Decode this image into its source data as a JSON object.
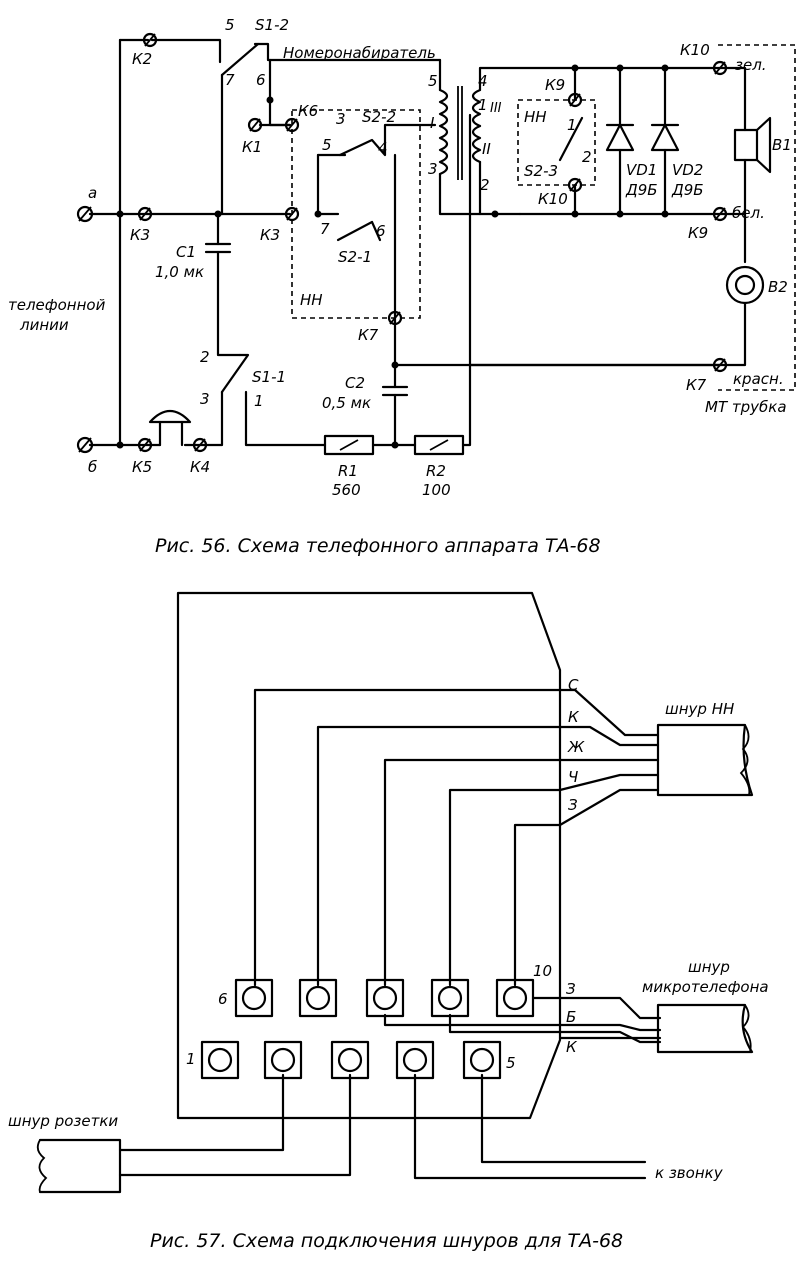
{
  "fig56": {
    "caption": "Рис. 56. Схема телефонного аппарата ТА-68",
    "labels": {
      "s12_5": "5",
      "s12": "S1-2",
      "s12_7": "7",
      "s12_6": "6",
      "dialer": "Номеронабиратель",
      "k2": "К2",
      "k1": "К1",
      "k6": "К6",
      "k3a": "К3",
      "k3b": "К3",
      "a": "а",
      "b": "б",
      "s22_3": "3",
      "s22": "S2-2",
      "s22_5": "5",
      "s22_4": "4",
      "s21_7": "7",
      "s21_6": "6",
      "s21": "S2-1",
      "nn1": "НН",
      "nn2": "НН",
      "c1": "С1",
      "c1v": "1,0 мк",
      "line1": "телефонной",
      "line2": "линии",
      "k7a": "К7",
      "s11_2": "2",
      "s11": "S1-1",
      "s11_3": "3",
      "s11_1": "1",
      "c2": "С2",
      "c2v": "0,5 мк",
      "k5": "К5",
      "k4": "К4",
      "r1": "R1",
      "r1v": "560",
      "r2": "R2",
      "r2v": "100",
      "t5": "5",
      "t4": "4",
      "t1": "1",
      "tIII": "III",
      "tI": "I",
      "tII": "II",
      "t3": "3",
      "t2": "2",
      "k9a": "К9",
      "s23_1": "1",
      "s23_2": "2",
      "s23": "S2-3",
      "k10a": "К10",
      "vd1": "VD1",
      "vd1t": "Д9Б",
      "vd2": "VD2",
      "vd2t": "Д9Б",
      "k10b": "К10",
      "zel": "зел.",
      "b1": "В1",
      "k9b": "К9",
      "bel": "бел.",
      "b2": "В2",
      "k7b": "К7",
      "krasn": "красн.",
      "mt": "МТ трубка"
    }
  },
  "fig57": {
    "caption": "Рис. 57. Схема подключения шнуров для ТА-68",
    "labels": {
      "c": "С",
      "k": "К",
      "zh": "Ж",
      "ch": "Ч",
      "z": "З",
      "shnur_nn": "шнур НН",
      "n6": "6",
      "n10": "10",
      "n1": "1",
      "n5": "5",
      "r_z": "З",
      "r_b": "Б",
      "r_k": "К",
      "mic1": "шнур",
      "mic2": "микротелефона",
      "soc": "шнур розетки",
      "bell": "к звонку"
    }
  }
}
